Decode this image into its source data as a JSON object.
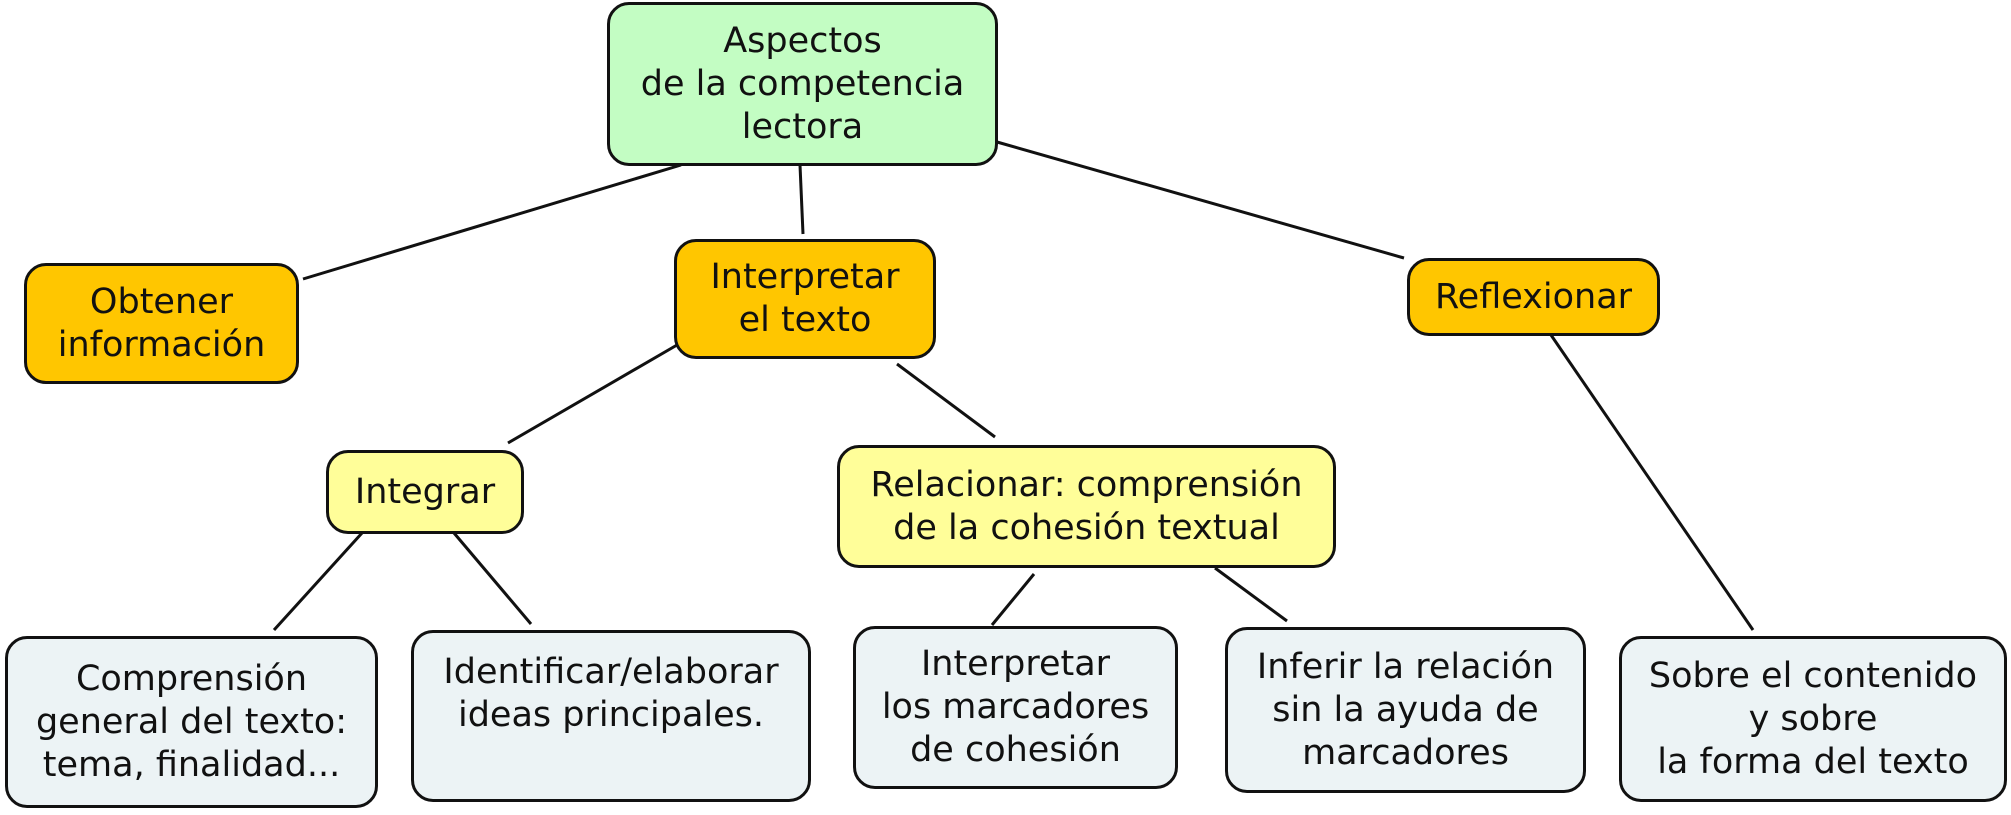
{
  "colors": {
    "root_fill": "#c3fdc3",
    "level1_fill": "#ffc600",
    "level2_fill": "#fffe99",
    "leaf_fill": "#ecf3f5",
    "border": "#111111"
  },
  "diagram": {
    "root": {
      "text": "Aspectos\nde la competencia\nlectora"
    },
    "obtener": {
      "text": "Obtener\ninformación"
    },
    "interpretar": {
      "text": "Interpretar\nel texto"
    },
    "reflexionar": {
      "text": "Reflexionar"
    },
    "integrar": {
      "text": "Integrar"
    },
    "relacionar": {
      "text": "Relacionar: comprensión\nde la cohesión textual"
    },
    "comprension": {
      "text": "Comprensión\ngeneral del texto:\ntema, finalidad..."
    },
    "identificar": {
      "text": "Identificar/elaborar\nideas principales."
    },
    "marcadores": {
      "text": "Interpretar\nlos marcadores\nde cohesión"
    },
    "inferir": {
      "text": "Inferir la relación\nsin la ayuda de\nmarcadores"
    },
    "sobre": {
      "text": "Sobre el contenido\ny sobre\nla forma del texto"
    }
  }
}
